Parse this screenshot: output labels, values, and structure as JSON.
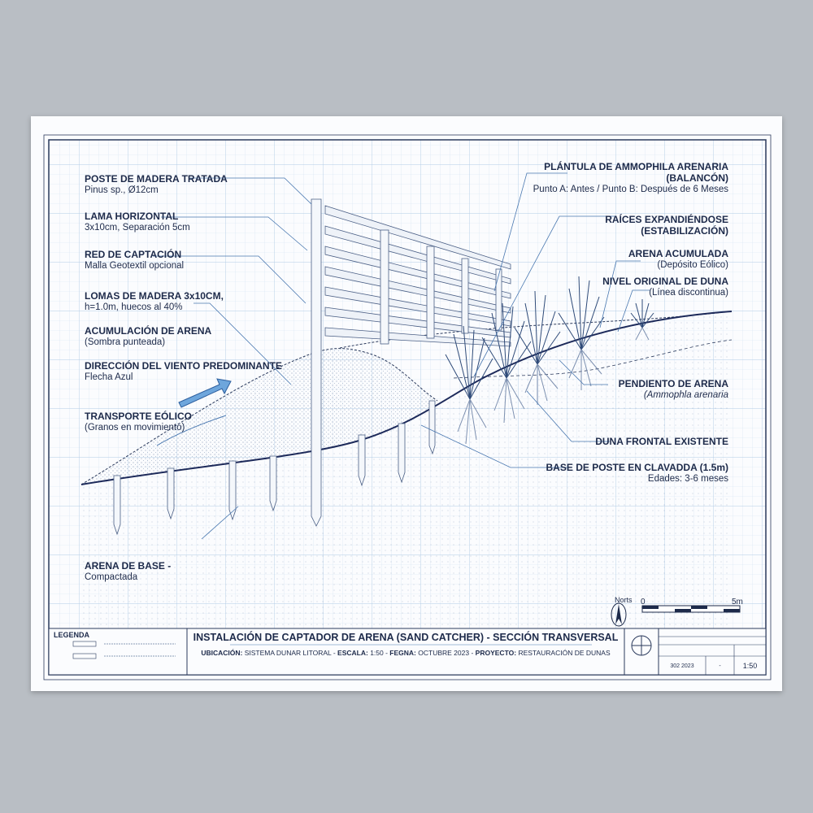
{
  "labels_left": [
    {
      "title": "POSTE DE MADERA TRATADA",
      "sub": "Pinus sp., Ø12cm"
    },
    {
      "title": "LAMA HORIZONTAL",
      "sub": "3x10cm, Separación 5cm"
    },
    {
      "title": "RED DE CAPTACIÓN",
      "sub": "Malla Geotextil opcional"
    },
    {
      "title": "LOMAS DE MADERA 3x10CM,",
      "sub": "h=1.0m, huecos al 40%"
    },
    {
      "title": "ACUMULACIÓN DE ARENA",
      "sub": "(Sombra punteada)"
    },
    {
      "title": "DIRECCIÓN DEL VIENTO PREDOMINANTE",
      "sub": "Flecha Azul"
    },
    {
      "title": "TRANSPORTE EÓLICO",
      "sub": "(Granos en movimiento)"
    },
    {
      "title": "ARENA DE BASE -",
      "sub": "Compactada"
    }
  ],
  "labels_right": [
    {
      "title": "PLÁNTULA DE AMMOPHILA ARENARIA",
      "title2": "(BALANCÓN)",
      "sub": "Punto A: Antes / Punto B: Después de 6 Meses"
    },
    {
      "title": "RAÍCES EXPANDIÉNDOSE",
      "title2": "(ESTABILIZACIÓN)"
    },
    {
      "title": "ARENA ACUMULADA",
      "sub": "(Depósito Eólico)"
    },
    {
      "title": "NIVEL ORIGINAL DE DUNA",
      "sub": "(Línea discontinua)"
    },
    {
      "title": "PENDIENTO DE ARENA",
      "sub": "(Ammophla arenaria"
    },
    {
      "title": "DUNA FRONTAL EXISTENTE"
    },
    {
      "title": "BASE DE POSTE EN CLAVADDA (1.5m)",
      "sub": "Edades: 3-6 meses"
    }
  ],
  "scale": {
    "north_label": "Norts",
    "start": "0",
    "end": "5m"
  },
  "title_block": {
    "legend_title": "LEGENDA",
    "title": "INSTALACIÓN DE CAPTADOR DE ARENA (SAND CATCHER) - SECCIÓN TRANSVERSAL",
    "ubicacion_label": "UBICACIÓN:",
    "ubicacion": "SISTEMA DUNAR LITORAL",
    "escala_label": "ESCALA:",
    "escala": "1:50",
    "fecha_label": "FEGNA:",
    "fecha": "OCTUBRE 2023",
    "proyecto_label": "PROYECTO:",
    "proyecto": "RESTAURACIÓN DE DUNAS",
    "date_cell": "302 2023",
    "dash_cell": "-",
    "scale_cell": "1:50"
  },
  "colors": {
    "ink": "#1d2a4a",
    "line": "#4a78b0",
    "grid": "#bcd3ea",
    "wind": "#5b9bd5"
  }
}
